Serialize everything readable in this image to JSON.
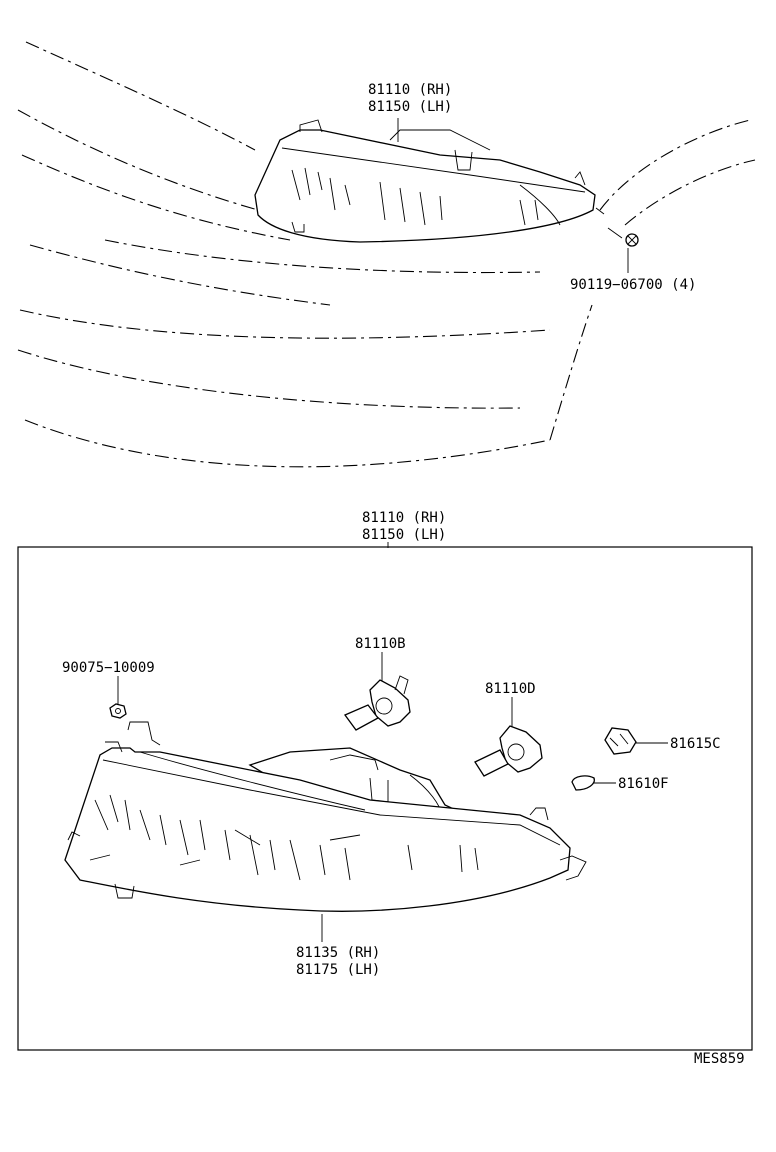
{
  "diagram": {
    "top_assembly": {
      "line1": "81110 (RH)",
      "line2": "81150 (LH)"
    },
    "screw": {
      "label": "90119−06700 (4)"
    },
    "box_assembly": {
      "line1": "81110 (RH)",
      "line2": "81150 (LH)"
    },
    "nut": {
      "label": "90075−10009"
    },
    "bulb_b": {
      "label": "81110B"
    },
    "bulb_d": {
      "label": "81110D"
    },
    "socket_c": {
      "label": "81615C"
    },
    "bulb_f": {
      "label": "81610F"
    },
    "lens": {
      "line1": "81135 (RH)",
      "line2": "81175 (LH)"
    },
    "figure_code": "MES859"
  }
}
